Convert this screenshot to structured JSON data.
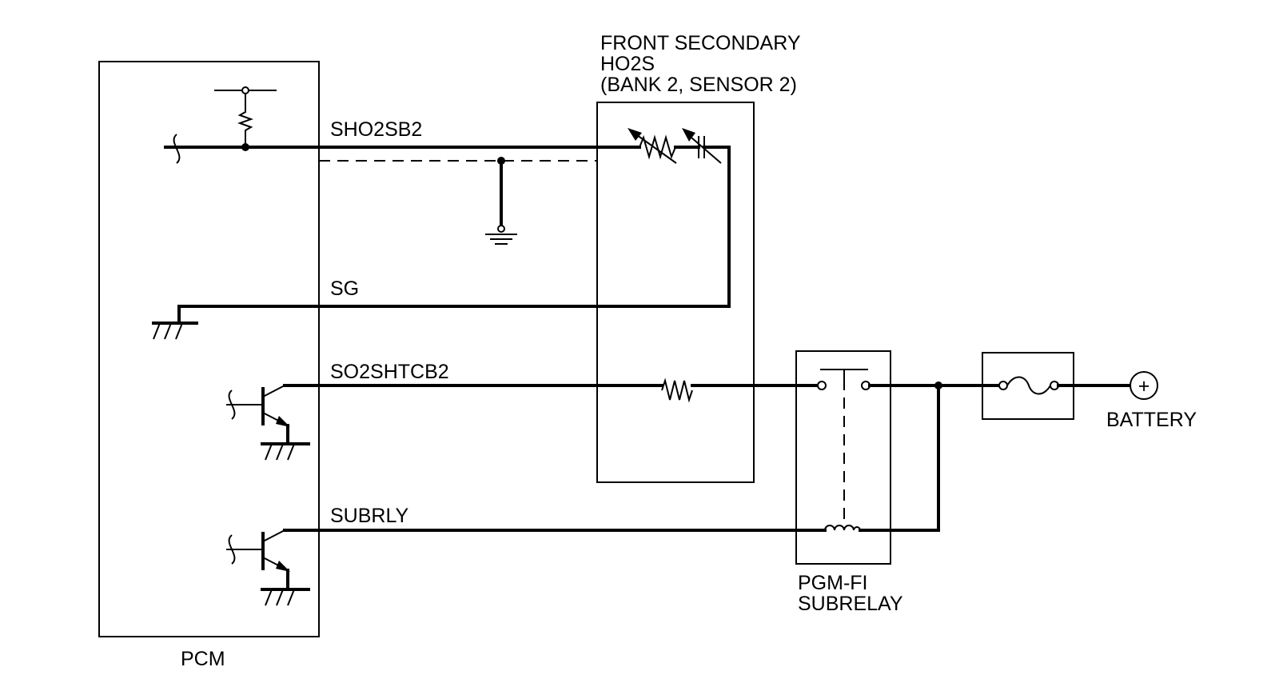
{
  "components": {
    "pcm": {
      "label": "PCM"
    },
    "sensor": {
      "label_line1": "FRONT SECONDARY",
      "label_line2": "HO2S",
      "label_line3": "(BANK 2, SENSOR 2)"
    },
    "relay": {
      "label_line1": "PGM-FI",
      "label_line2": "SUBRELAY"
    },
    "battery": {
      "label": "BATTERY",
      "symbol": "+"
    }
  },
  "signals": {
    "sho2sb2": "SHO2SB2",
    "sg": "SG",
    "so2shtcb2": "SO2SHTCB2",
    "subrly": "SUBRLY"
  }
}
